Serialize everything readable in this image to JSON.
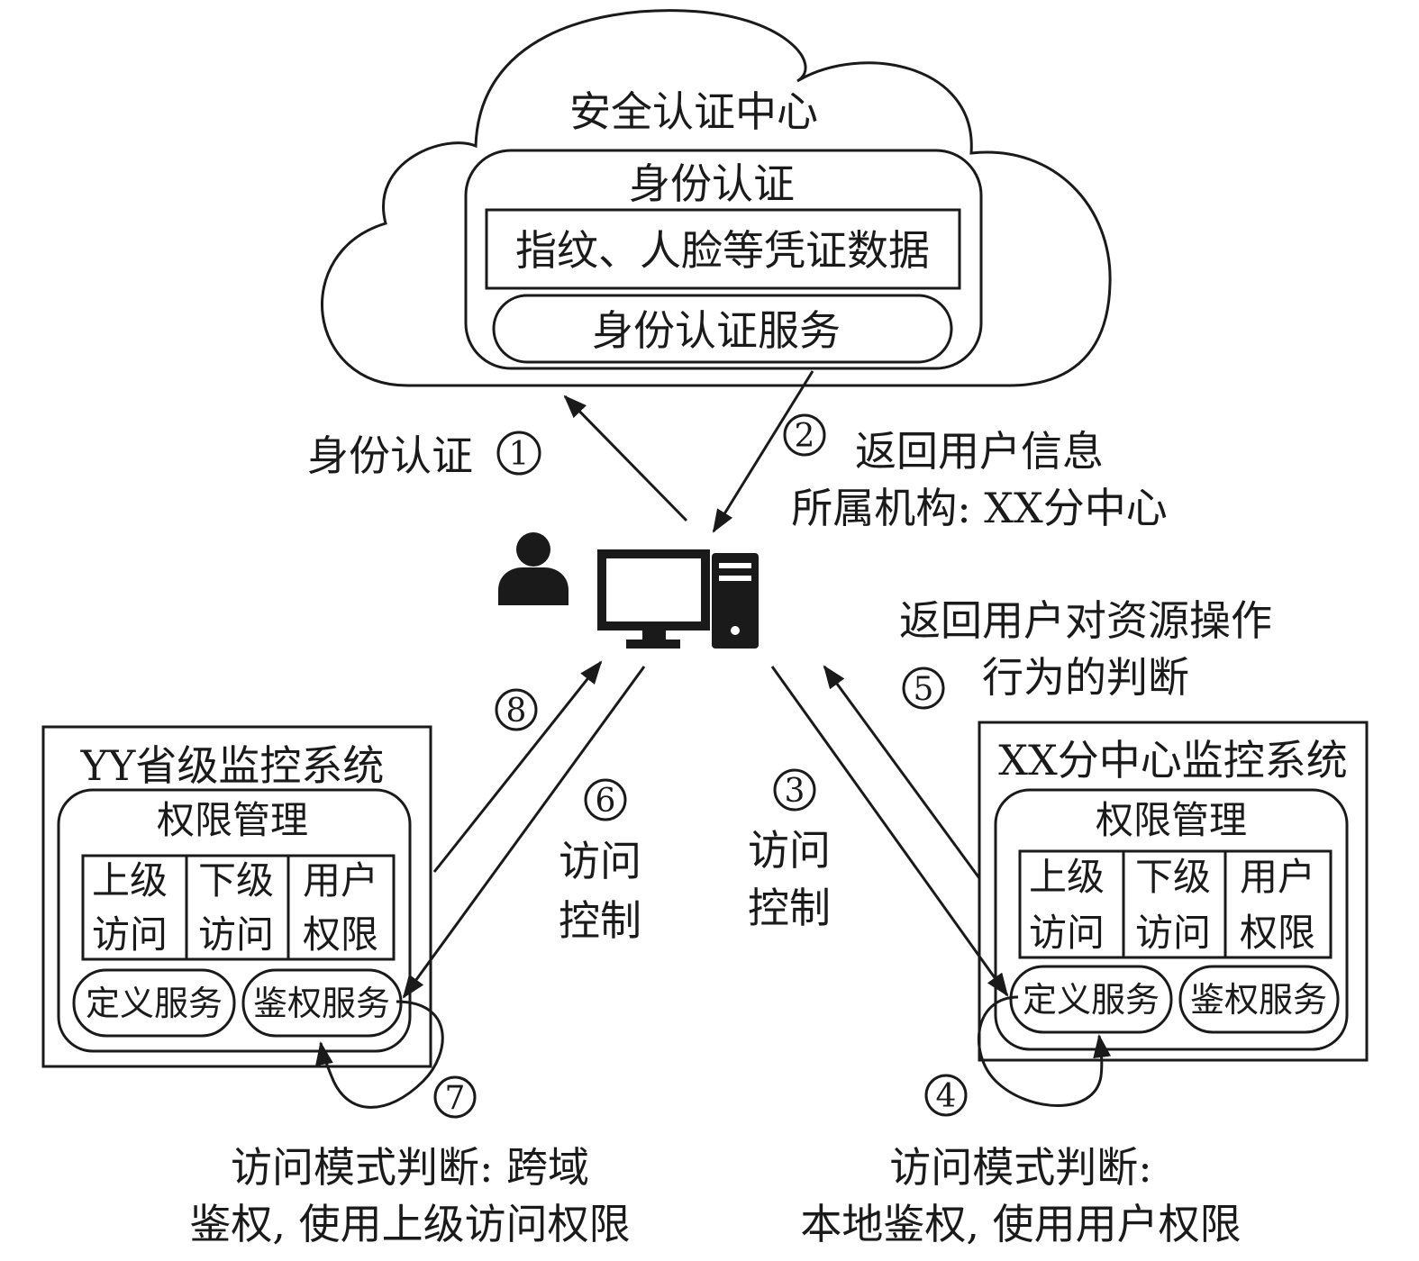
{
  "cloud": {
    "title": "安全认证中心",
    "auth_box": {
      "title": "身份认证",
      "data_box": "指纹、人脸等凭证数据",
      "service": "身份认证服务"
    }
  },
  "flows": {
    "step1": {
      "num": "1",
      "label": "身份认证"
    },
    "step2": {
      "num": "2",
      "line1": "返回用户信息",
      "line2": "所属机构: XX分中心"
    },
    "step3": {
      "num": "3",
      "line1": "访问",
      "line2": "控制"
    },
    "step4": {
      "num": "4",
      "line1": "访问模式判断:",
      "line2": "本地鉴权, 使用用户权限"
    },
    "step5": {
      "num": "5",
      "line1": "返回用户对资源操作",
      "line2": "行为的判断"
    },
    "step6": {
      "num": "6",
      "line1": "访问",
      "line2": "控制"
    },
    "step7": {
      "num": "7",
      "line1": "访问模式判断: 跨域",
      "line2": "鉴权, 使用上级访问权限"
    },
    "step8": {
      "num": "8"
    }
  },
  "left_system": {
    "title": "YY省级监控系统",
    "perm_title": "权限管理",
    "cells": [
      {
        "line1": "上级",
        "line2": "访问"
      },
      {
        "line1": "下级",
        "line2": "访问"
      },
      {
        "line1": "用户",
        "line2": "权限"
      }
    ],
    "define_service": "定义服务",
    "auth_service": "鉴权服务"
  },
  "right_system": {
    "title": "XX分中心监控系统",
    "perm_title": "权限管理",
    "cells": [
      {
        "line1": "上级",
        "line2": "访问"
      },
      {
        "line1": "下级",
        "line2": "访问"
      },
      {
        "line1": "用户",
        "line2": "权限"
      }
    ],
    "define_service": "定义服务",
    "auth_service": "鉴权服务"
  },
  "icons": {
    "user": "user-icon",
    "monitor": "monitor-icon",
    "tower": "computer-tower-icon"
  }
}
